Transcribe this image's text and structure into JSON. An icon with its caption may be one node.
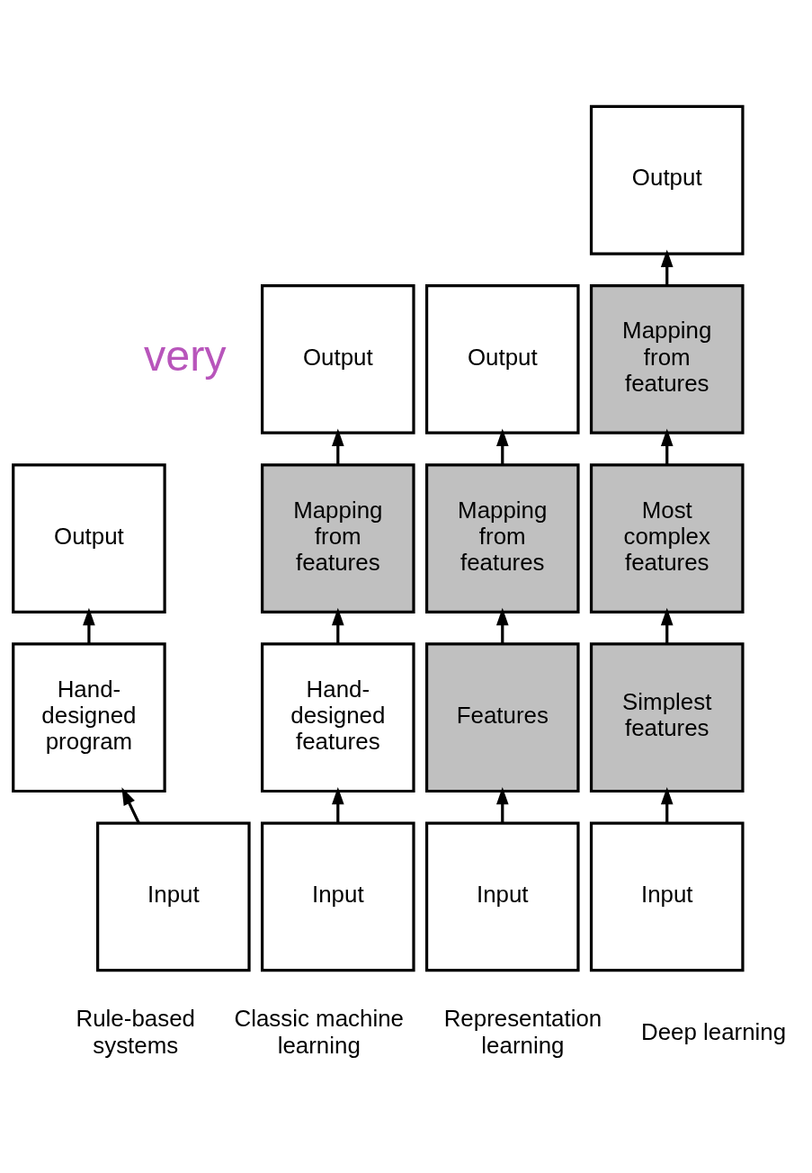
{
  "diagram": {
    "nodes": [
      {
        "text": [
          "Output"
        ]
      },
      {
        "text": [
          "Hand-designed program"
        ]
      },
      {
        "text": [
          "Input"
        ],
        "beside": [
          "Rule-based systems"
        ]
      },
      {
        "text": [
          "Output"
        ]
      },
      {
        "text": [
          "Mapping from features"
        ]
      },
      {
        "text": [
          "Hand-designed features"
        ]
      },
      {
        "text": [
          "Input"
        ],
        "beside": [
          "Classic machine learning"
        ]
      },
      {
        "text": [
          "Output"
        ]
      },
      {
        "text": [
          "Mapping from features"
        ]
      },
      {
        "text": [
          "Features"
        ]
      },
      {
        "text": [
          "Input"
        ],
        "beside": [
          "Representation learning"
        ]
      },
      {
        "text": [
          "Output"
        ]
      },
      {
        "text": [
          "Mapping from features"
        ]
      },
      {
        "text": [
          "Most complex features"
        ]
      },
      {
        "text": [
          "Simplest features"
        ]
      },
      {
        "text": [
          "Input"
        ],
        "beside": [
          "Deep learning"
        ]
      }
    ],
    "edges": [
      {
        "from": 2,
        "to": 1,
        "arrow": "to"
      },
      {
        "from": 1,
        "to": 0,
        "arrow": "to"
      },
      {
        "from": 6,
        "to": 5,
        "arrow": "to"
      },
      {
        "from": 5,
        "to": 4,
        "arrow": "to"
      },
      {
        "from": 4,
        "to": 3,
        "arrow": "to"
      },
      {
        "from": 10,
        "to": 9,
        "arrow": "to"
      },
      {
        "from": 9,
        "to": 8,
        "arrow": "to"
      },
      {
        "from": 8,
        "to": 7,
        "arrow": "to"
      },
      {
        "from": 15,
        "to": 14,
        "arrow": "to"
      },
      {
        "from": 14,
        "to": 13,
        "arrow": "to"
      },
      {
        "from": 13,
        "to": 12,
        "arrow": "to"
      },
      {
        "from": 12,
        "to": 11,
        "arrow": "to"
      }
    ],
    "labels": [
      "very"
    ]
  }
}
